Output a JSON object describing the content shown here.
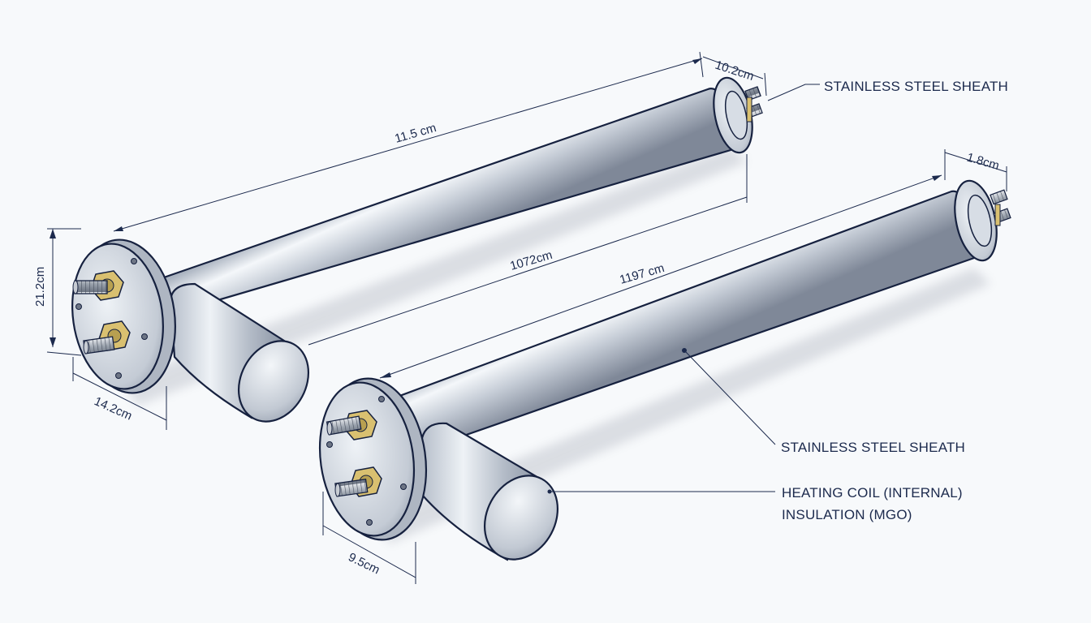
{
  "dimensions": {
    "top_flange_width": "10.2cm",
    "top_length": "11.5 cm",
    "mid_gap": "1072cm",
    "bottom_length": "1197 cm",
    "bottom_flange_width": "1.8cm",
    "left_height": "21.2cm",
    "left_width": "14.2cm",
    "bottom_left_width": "9.5cm"
  },
  "labels": {
    "top_right": "STAINLESS STEEL SHEATH",
    "middle": "STAINLESS STEEL SHEATH",
    "coil": "HEATING COIL (INTERNAL)",
    "insulation": "INSULATION (MGO)"
  },
  "colors": {
    "line": "#1c2a4d",
    "steel_light": "#eef2f7",
    "steel_dark": "#8c96a6",
    "brass": "#d9c070"
  }
}
